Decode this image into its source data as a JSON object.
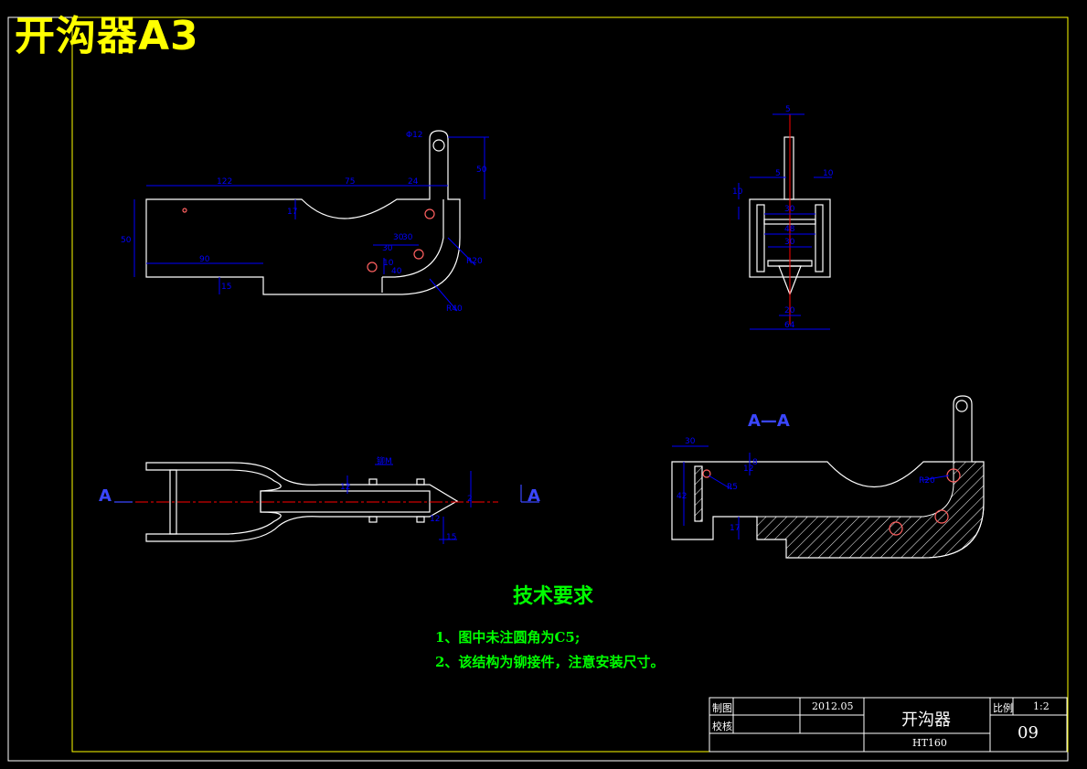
{
  "sheet": {
    "title": "开沟器A3",
    "section_label": "A—A",
    "section_arrow_left": "A",
    "section_arrow_right": "A"
  },
  "requirements": {
    "heading": "技术要求",
    "items": [
      "1、图中未注圆角为C5;",
      "2、该结构为铆接件，注意安装尺寸。"
    ]
  },
  "title_block": {
    "drawn_label": "制图",
    "checked_label": "校核",
    "date": "2012.05",
    "part_name": "开沟器",
    "material": "HT160",
    "scale_label": "比例",
    "scale": "1:2",
    "drawing_no": "09"
  },
  "dims_front": [
    "122",
    "75",
    "24",
    "50",
    "17",
    "50",
    "90",
    "15",
    "Φ12",
    "30",
    "30",
    "30",
    "10",
    "40",
    "R20",
    "R40"
  ],
  "dims_side": [
    "5",
    "10",
    "5",
    "30",
    "48",
    "30",
    "20",
    "64",
    "10"
  ],
  "dims_top": [
    "铆M",
    "12",
    "15",
    "12",
    "2"
  ],
  "dims_section": [
    "30",
    "12",
    "42",
    "17",
    "8",
    "R5",
    "R20"
  ],
  "colors": {
    "background": "#000000",
    "outline": "#ffffff",
    "dimension": "#0000ff",
    "centerline": "#ff0000",
    "frame": "#ffff00",
    "text_green": "#00ff00"
  }
}
